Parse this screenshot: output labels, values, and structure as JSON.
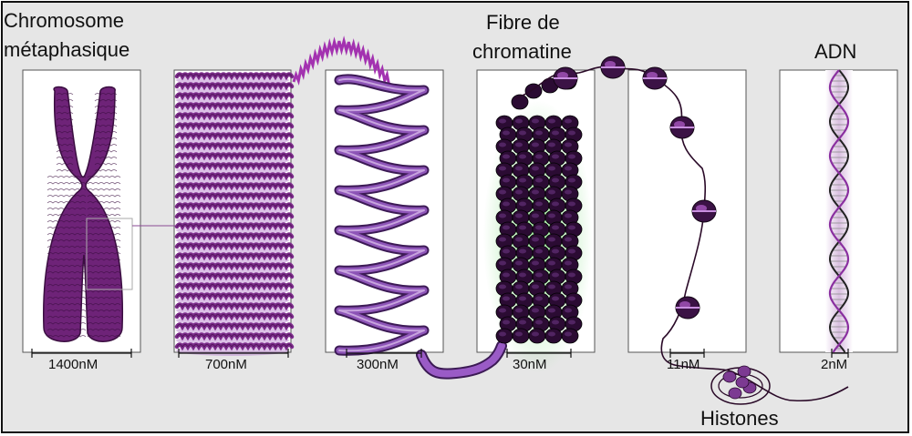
{
  "labels": {
    "chromosome_line1": "Chromosome",
    "chromosome_line2": "métaphasique",
    "fibre_line1": "Fibre de",
    "fibre_line2": "chromatine",
    "adn": "ADN",
    "histones": "Histones"
  },
  "scales": [
    "1400nM",
    "700nM",
    "300nM",
    "30nM",
    "11nM",
    "2nM"
  ],
  "colors": {
    "purple_dark": "#4a1550",
    "purple": "#7b2a8a",
    "purple_mid": "#9b4fb0",
    "purple_light": "#b985d0",
    "lavender": "#d8c0e4",
    "glow": "#4ccf4c",
    "background": "#e6e6e6"
  }
}
